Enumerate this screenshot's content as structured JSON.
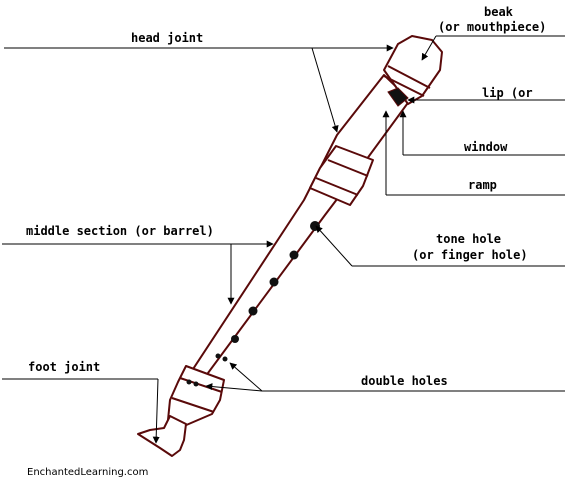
{
  "labels": {
    "head_joint": "head joint",
    "beak_line1": "beak",
    "beak_line2": "(or mouthpiece)",
    "lip": "lip (or",
    "window": "window",
    "ramp": "ramp",
    "middle_section": "middle section (or barrel)",
    "tone_hole_line1": "tone hole",
    "tone_hole_line2": "(or finger hole)",
    "foot_joint": "foot joint",
    "double_holes": "double holes"
  },
  "credit": "EnchantedLearning.com",
  "colors": {
    "outline": "#5a0a0a",
    "line": "#000000",
    "background": "#ffffff"
  }
}
